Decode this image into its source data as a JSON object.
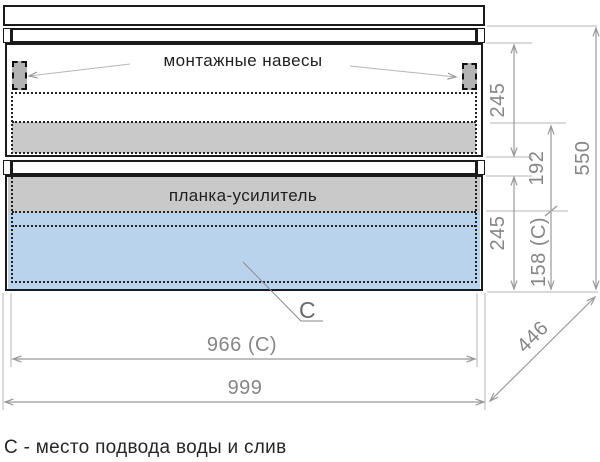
{
  "drawing": {
    "labels": {
      "mounting_hangers": "монтажные навесы",
      "reinforcement_bar": "планка-усилитель",
      "zone": "C"
    },
    "dimensions": {
      "upper_drawer_height_mm": "245",
      "hanger_offset_mm": "192",
      "lower_drawer_height_mm": "245",
      "zone_height_mm": "158 (C)",
      "total_height_mm": "550",
      "zone_width_mm": "966 (C)",
      "total_width_mm": "999",
      "depth_mm": "446"
    },
    "caption": "С - место подвода воды и слив",
    "colors": {
      "outline_black": "#1a1a1a",
      "dimension_gray": "#8a8a8a",
      "band_gray": "#c9c9c9",
      "zone_blue": "#b9d3ec",
      "hanger_gray": "#b3b3b3"
    }
  }
}
